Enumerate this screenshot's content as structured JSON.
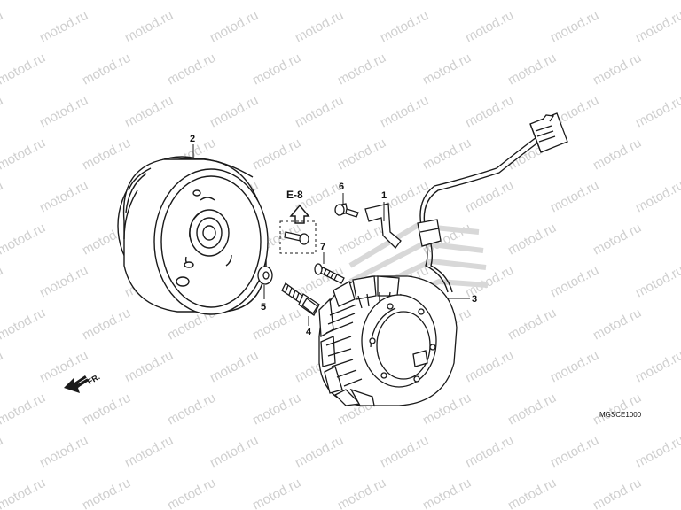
{
  "watermark": {
    "text": "motod.ru",
    "color": "#d0d0d0"
  },
  "parts": [
    {
      "callout": "1"
    },
    {
      "callout": "2"
    },
    {
      "callout": "3"
    },
    {
      "callout": "4"
    },
    {
      "callout": "5"
    },
    {
      "callout": "6"
    },
    {
      "callout": "7"
    }
  ],
  "reference": {
    "label": "E-8"
  },
  "direction": {
    "label": "FR."
  },
  "diagram_code": "MGSCE1000",
  "colors": {
    "line": "#1a1a1a",
    "background": "#ffffff"
  }
}
